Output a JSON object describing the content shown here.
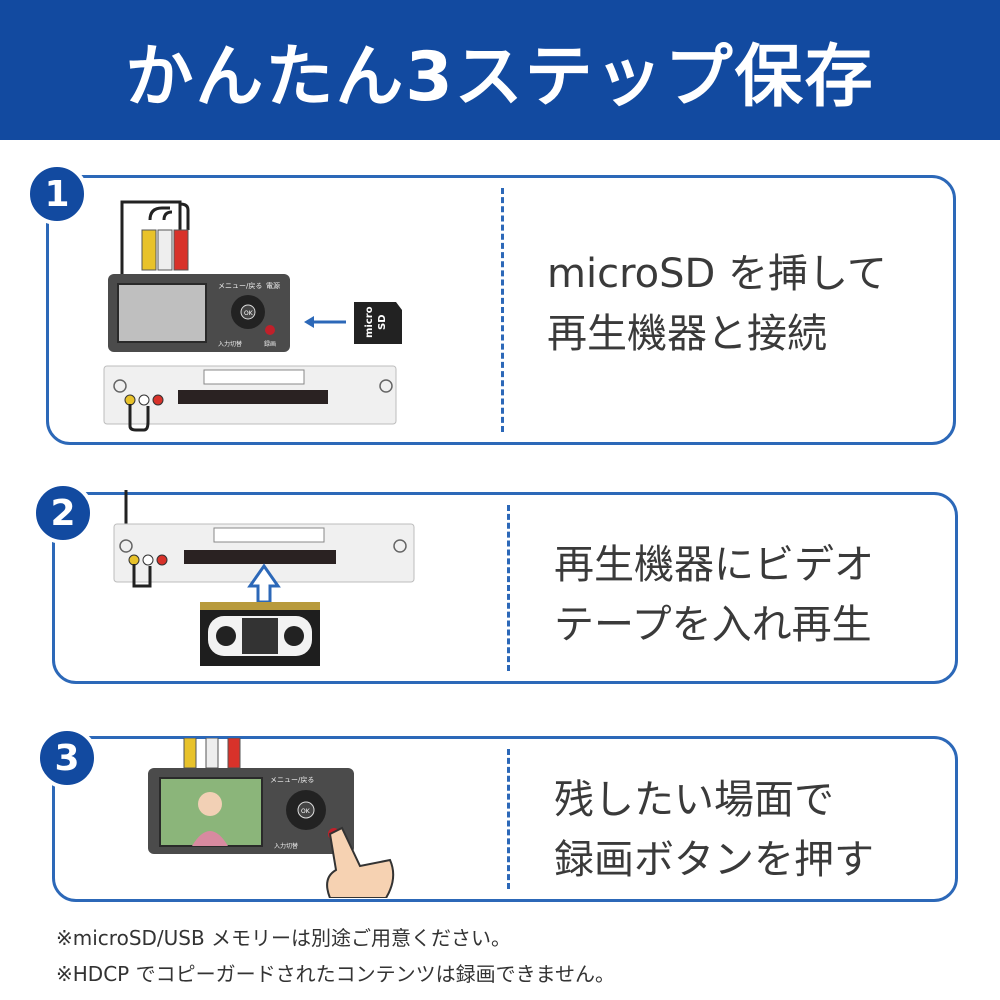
{
  "header": {
    "title": "かんたん3ステップ保存"
  },
  "steps": [
    {
      "number": "1",
      "line1": "microSD を挿して",
      "line2": "再生機器と接続"
    },
    {
      "number": "2",
      "line1": "再生機器にビデオ",
      "line2": "テープを入れ再生"
    },
    {
      "number": "3",
      "line1": "残したい場面で",
      "line2": "録画ボタンを押す"
    }
  ],
  "device": {
    "menu_label": "メニュー/戻る",
    "power_label": "電源",
    "ok_label": "OK",
    "input_label": "入力切替",
    "record_label": "録画"
  },
  "sd_card": {
    "line1": "micro",
    "line2": "SD"
  },
  "notes": [
    "※microSD/USB メモリーは別途ご用意ください。",
    "※HDCP でコピーガードされたコンテンツは録画できません。"
  ],
  "colors": {
    "brand_blue": "#124aa0",
    "border_blue": "#2c68b8"
  }
}
